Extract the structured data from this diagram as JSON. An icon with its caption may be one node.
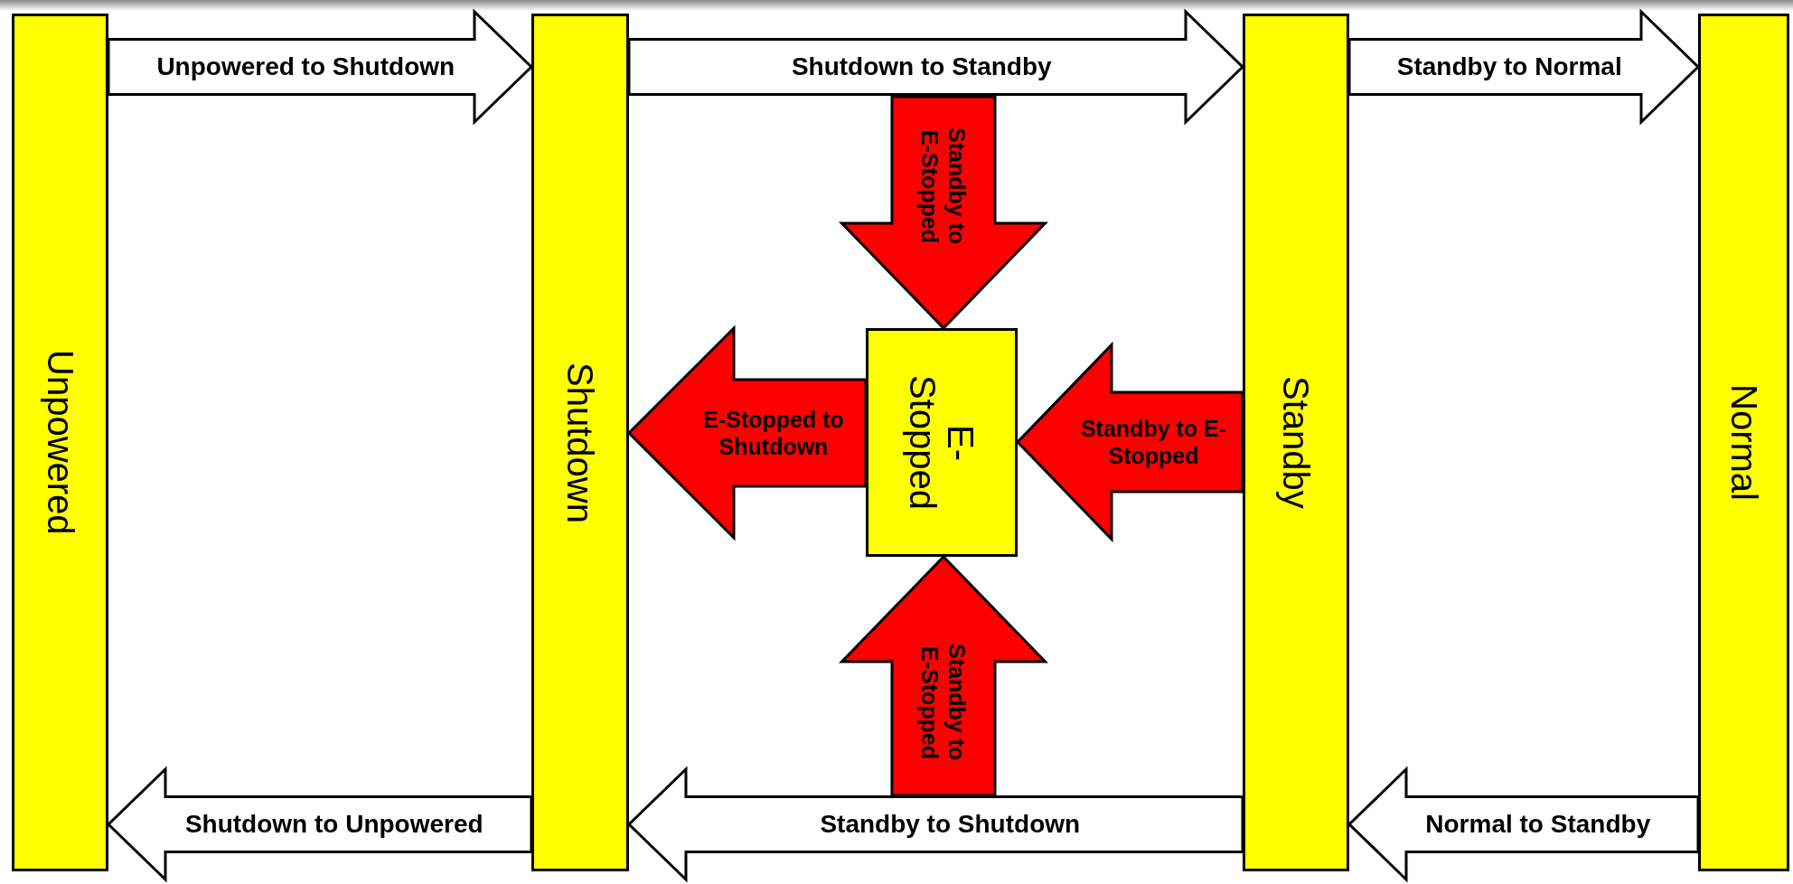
{
  "diagram": {
    "nodes": [
      {
        "text": [
          "Unpowered"
        ]
      },
      {
        "text": [
          "Shutdown"
        ]
      },
      {
        "text": [
          "E-Stopped"
        ]
      },
      {
        "text": [
          "Standby"
        ]
      },
      {
        "text": [
          "Normal"
        ]
      }
    ],
    "edges": [
      {
        "from": 0,
        "to": 1,
        "arrow": "to",
        "label": "Unpowered to Shutdown"
      },
      {
        "from": 1,
        "to": 3,
        "arrow": "to",
        "label": "Shutdown to Standby"
      },
      {
        "from": 3,
        "to": 4,
        "arrow": "to",
        "label": "Standby to Normal"
      },
      {
        "from": null,
        "to": 2,
        "arrow": "to",
        "label": "Standby to E-Stopped",
        "color": "#ff0000"
      },
      {
        "from": 2,
        "to": 1,
        "arrow": "to",
        "label": "E-Stopped to Shutdown",
        "color": "#ff0000"
      },
      {
        "from": 3,
        "to": 2,
        "arrow": "to",
        "label": "Standby to E-Stopped",
        "color": "#ff0000"
      },
      {
        "from": null,
        "to": 2,
        "arrow": "to",
        "label": "Standby to E-Stopped",
        "color": "#ff0000"
      },
      {
        "from": 1,
        "to": 0,
        "arrow": "to",
        "label": "Shutdown to Unpowered"
      },
      {
        "from": 3,
        "to": 1,
        "arrow": "to",
        "label": "Standby to Shutdown"
      },
      {
        "from": 4,
        "to": 3,
        "arrow": "to",
        "label": "Normal to Standby"
      }
    ]
  }
}
